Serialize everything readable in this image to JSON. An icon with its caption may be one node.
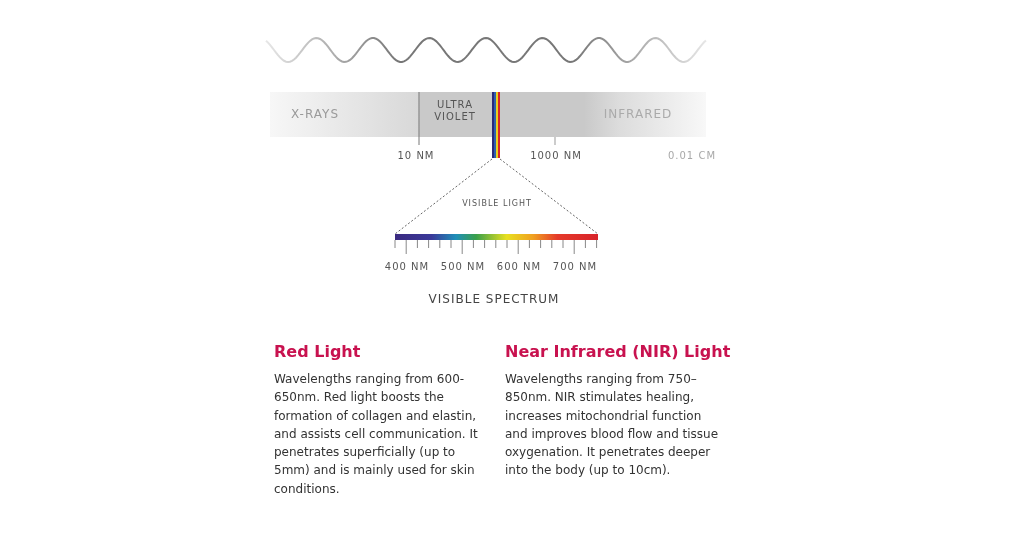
{
  "diagram": {
    "nodes": [
      {
        "text": [
          "X-RAYS",
          "ULTRA VIOLET",
          "INFRARED"
        ]
      }
    ],
    "labels": [
      "10 NM",
      "1000 NM",
      "0.01 CM",
      "VISIBLE LIGHT",
      "400 NM",
      "500 NM",
      "600 NM",
      "700 NM",
      "VISIBLE SPECTRUM",
      "Red Light",
      "Wavelengths ranging from 600-650nm. Red light boosts the formation of collagen and elastin, and assists cell communication. It penetrates superficially (up to 5mm) and is mainly used for skin conditions.",
      "Near Infrared (NIR) Light",
      "Wavelengths ranging from 750–850nm. NIR stimulates healing, increases mitochondrial function and improves blood flow and tissue oxygenation. It penetrates deeper into the body (up to 10cm)."
    ]
  }
}
